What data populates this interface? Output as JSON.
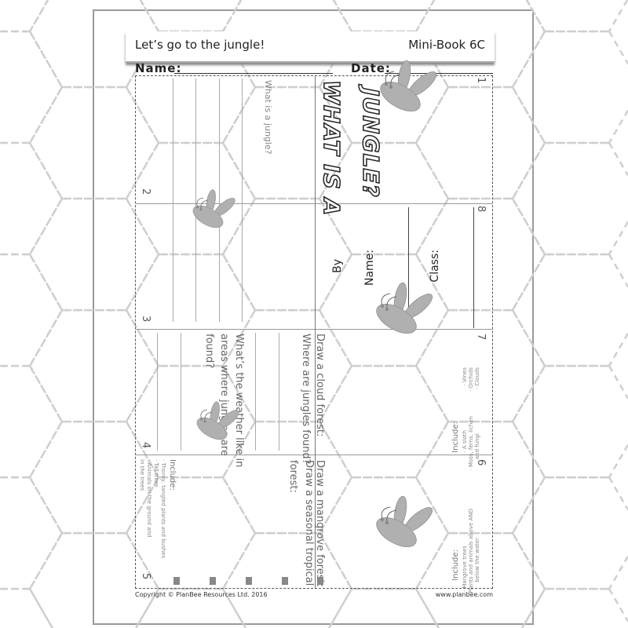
{
  "header": {
    "title": "Let’s go to the jungle!",
    "book": "Mini-Book 6C",
    "name_label": "Name:",
    "date_label": "Date:"
  },
  "panels": {
    "p1": {
      "number": "1",
      "title_line1": "WHAT IS A",
      "title_line2": "JUNGLE?"
    },
    "p2": {
      "number": "2",
      "question": "What is a jungle?"
    },
    "p3": {
      "number": "3"
    },
    "p4": {
      "number": "4",
      "question_lines": [
        "What’s the weather like in",
        "areas where jungles are",
        "found?"
      ],
      "question2": "Where are jungles found?"
    },
    "p5": {
      "number": "5",
      "include": "Include:",
      "bullets": [
        "· Thorny, tangled plants and bushes",
        "· Tall trees",
        "· Animals on the ground and",
        "  in the trees"
      ],
      "prompt_lines": [
        "Draw a seasonal tropical",
        "forest:"
      ]
    },
    "p6": {
      "number": "6",
      "prompt": "Draw a mangrove forest:",
      "include": "Include:",
      "bullets": [
        "· Mangrove trees",
        "· Plants and animals above AND",
        "  below the water"
      ]
    },
    "p7": {
      "number": "7",
      "prompt": "Draw a cloud forest:",
      "include": "Include:",
      "bullets": [
        "· A sloth",
        "· Moss, ferns, lichen",
        "  and fungi",
        "· Vines",
        "· Orchids",
        "· Clouds"
      ]
    },
    "p8": {
      "number": "8",
      "by": "By",
      "name": "Name:",
      "class": "Class:"
    }
  },
  "footer": {
    "copyright": "Copyright © PlanBee Resources Ltd. 2016",
    "website": "www.planbee.com"
  },
  "colors": {
    "bee": "#b0b0b0",
    "hex_lines": "#cfcfcf"
  }
}
